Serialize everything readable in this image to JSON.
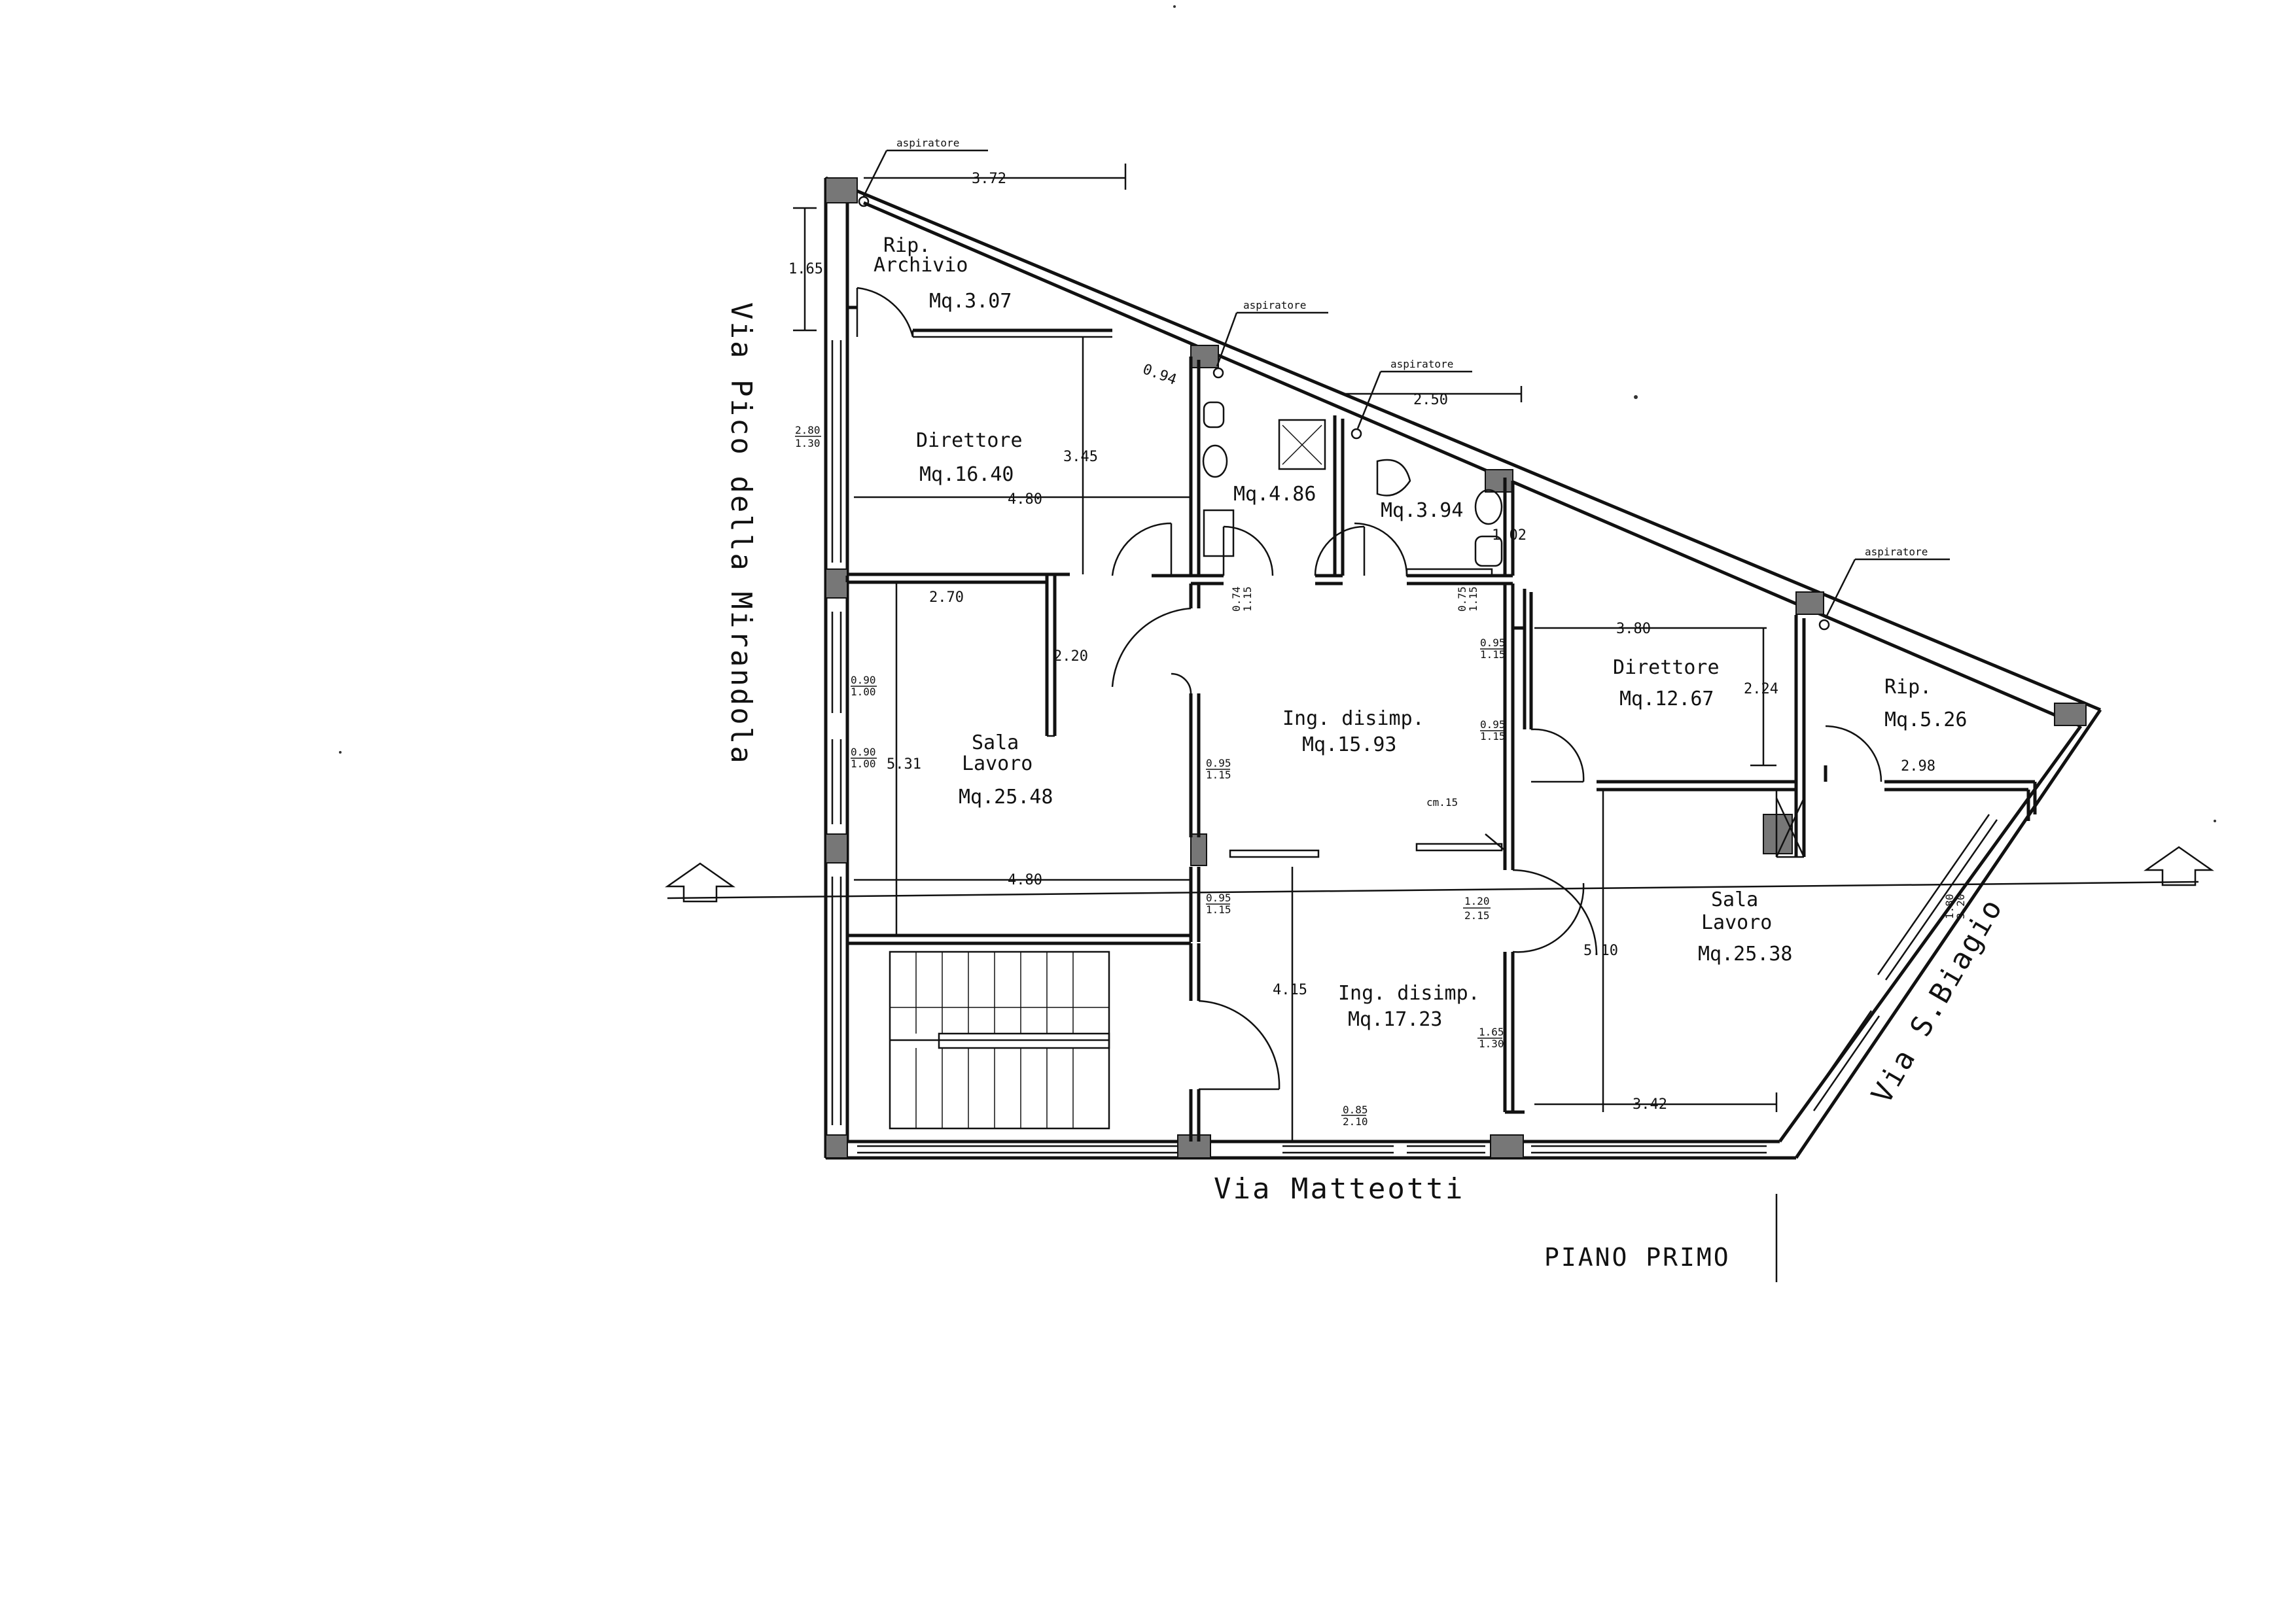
{
  "streets": {
    "west": "Via Pico della Mirandola",
    "south": "Via Matteotti",
    "east": "Via S.Biagio"
  },
  "title": "PIANO PRIMO",
  "rooms": {
    "archivio": {
      "name_line1": "Rip.",
      "name_line2": "Archivio",
      "area": "Mq.3.07"
    },
    "direttore_a": {
      "name": "Direttore",
      "area": "Mq.16.40"
    },
    "bagno_a": {
      "area": "Mq.4.86"
    },
    "bagno_b": {
      "area": "Mq.3.94"
    },
    "sala_lavoro_a": {
      "name_line1": "Sala",
      "name_line2": "Lavoro",
      "area": "Mq.25.48"
    },
    "ingresso_a": {
      "name": "Ing. disimp.",
      "area": "Mq.15.93"
    },
    "direttore_b": {
      "name": "Direttore",
      "area": "Mq.12.67"
    },
    "rip_b": {
      "name": "Rip.",
      "area": "Mq.5.26"
    },
    "ingresso_b": {
      "name": "Ing. disimp.",
      "area": "Mq.17.23"
    },
    "sala_lavoro_b": {
      "name_line1": "Sala",
      "name_line2": "Lavoro",
      "area": "Mq.25.38"
    }
  },
  "aspiratore_label": "aspiratore",
  "dimensions": {
    "d_372": "3.72",
    "d_165": "1.65",
    "d_094": "0.94",
    "d_250": "2.50",
    "d_345": "3.45",
    "d_480_top": "4.80",
    "d_102": "1.02",
    "d_270": "2.70",
    "d_220": "2.20",
    "d_531": "5.31",
    "d_480_bottom": "4.80",
    "d_380": "3.80",
    "d_224": "2.24",
    "d_298": "2.98",
    "d_415": "4.15",
    "d_510": "5.10",
    "d_342": "3.42",
    "cm15": "cm.15"
  },
  "openings": {
    "w_280": "2.80",
    "w_130a": "1.30",
    "w_090a": "0.90",
    "w_100a": "1.00",
    "w_090b": "0.90",
    "w_100b": "1.00",
    "o_074": "0.74",
    "o_115a": "1.15",
    "o_075": "0.75",
    "o_115b": "1.15",
    "o_095a": "0.95",
    "o_115c": "1.15",
    "o_095b": "0.95",
    "o_115d": "1.15",
    "o_095c": "0.95",
    "o_115e": "1.15",
    "o_095d": "0.95",
    "o_115f": "1.15",
    "o_120": "1.20",
    "o_215": "2.15",
    "o_165": "1.65",
    "o_130b": "1.30",
    "o_085": "0.85",
    "o_210": "2.10",
    "o_180": "1.80",
    "o_320": "3.20"
  }
}
